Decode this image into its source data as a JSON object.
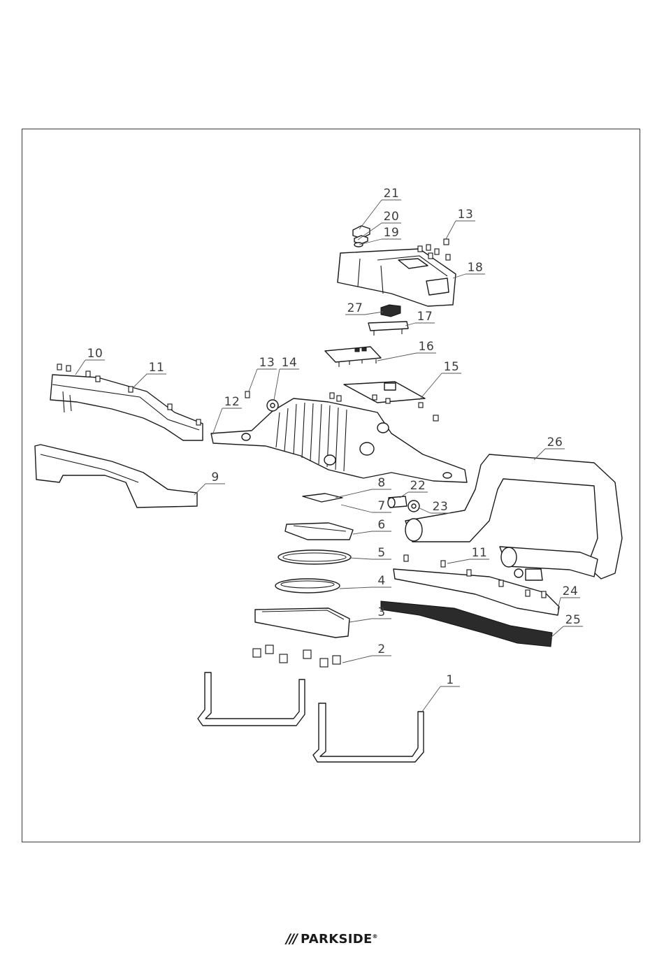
{
  "diagram": {
    "part_numbers": [
      "21",
      "20",
      "19",
      "13",
      "18",
      "27",
      "17",
      "16",
      "10",
      "11",
      "13",
      "14",
      "15",
      "12",
      "26",
      "9",
      "8",
      "22",
      "7",
      "23",
      "6",
      "5",
      "11",
      "4",
      "24",
      "3",
      "25",
      "2",
      "1"
    ]
  },
  "brand": {
    "slashes": "///",
    "name": "PARKSIDE",
    "registered": "®"
  },
  "colors": {
    "line": "#1a1a1a",
    "label": "#3c3c3c",
    "frame": "#3a3a3a"
  }
}
